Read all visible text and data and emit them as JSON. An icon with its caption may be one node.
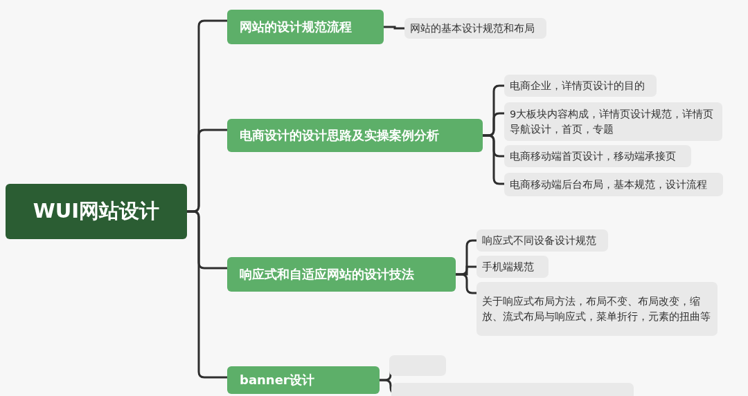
{
  "diagram": {
    "nodes": [
      {
        "text": [
          "WUI网站设计"
        ]
      },
      {
        "text": [
          "网站的设计规范流程"
        ]
      },
      {
        "text": [
          "网站的基本设计规范和布局"
        ]
      },
      {
        "text": [
          "电商设计的设计思路及实操案例分析"
        ]
      },
      {
        "text": [
          "电商企业，详情页设计的目的"
        ]
      },
      {
        "text": [
          "9大板块内容构成，详情页设计规范，详情页导航设计，首页，专题"
        ]
      },
      {
        "text": [
          "电商移动端首页设计，移动端承接页"
        ]
      },
      {
        "text": [
          "电商移动端后台布局，基本规范，设计流程"
        ]
      },
      {
        "text": [
          "响应式和自适应网站的设计技法"
        ]
      },
      {
        "text": [
          "响应式不同设备设计规范"
        ]
      },
      {
        "text": [
          "手机端规范"
        ]
      },
      {
        "text": [
          "关于响应式布局方法，布局不变、布局改变，缩放、流式布局与响应式，菜单折行，元素的扭曲等"
        ]
      },
      {
        "text": [
          "banner设计"
        ]
      },
      {
        "text": [],
        "shape": "box"
      },
      {
        "text": [],
        "shape": "box"
      }
    ],
    "edges": [
      {
        "from": 0,
        "to": 1,
        "arrow": "none"
      },
      {
        "from": 0,
        "to": 3,
        "arrow": "none"
      },
      {
        "from": 0,
        "to": 8,
        "arrow": "none"
      },
      {
        "from": 0,
        "to": 12,
        "arrow": "none"
      },
      {
        "from": 1,
        "to": 2,
        "arrow": "none"
      },
      {
        "from": 3,
        "to": 4,
        "arrow": "none"
      },
      {
        "from": 3,
        "to": 5,
        "arrow": "none"
      },
      {
        "from": 3,
        "to": 6,
        "arrow": "none"
      },
      {
        "from": 3,
        "to": 7,
        "arrow": "none"
      },
      {
        "from": 8,
        "to": 9,
        "arrow": "none"
      },
      {
        "from": 8,
        "to": 10,
        "arrow": "none"
      },
      {
        "from": 8,
        "to": 11,
        "arrow": "none"
      },
      {
        "from": 12,
        "to": 13,
        "arrow": "none"
      },
      {
        "from": 12,
        "to": 14,
        "arrow": "none"
      }
    ]
  }
}
